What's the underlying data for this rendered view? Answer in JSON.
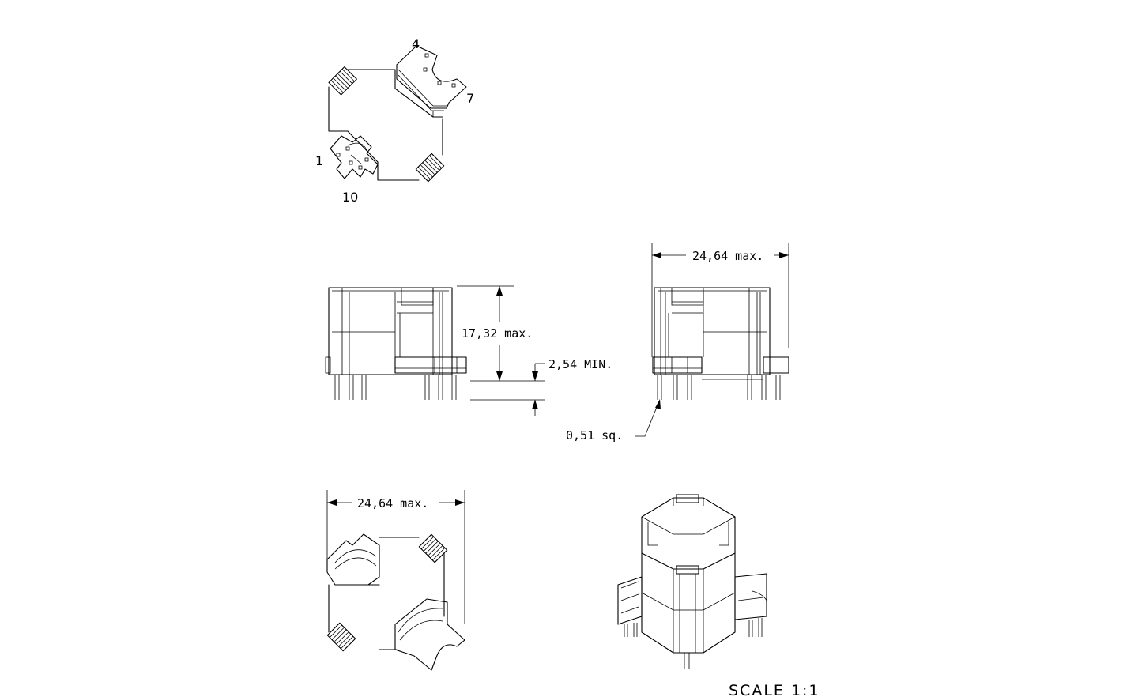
{
  "views": {
    "top": {
      "pin_labels": {
        "p4": "4",
        "p7": "7",
        "p1": "1",
        "p10": "10"
      }
    },
    "side": {
      "height_label": "17,32 max.",
      "standoff_label": "2,54 MIN.",
      "pin_label": "0,51 sq."
    },
    "front": {
      "width_label": "24,64 max."
    },
    "bottom": {
      "width_label": "24,64 max."
    }
  },
  "footer": {
    "scale": "SCALE 1:1"
  }
}
